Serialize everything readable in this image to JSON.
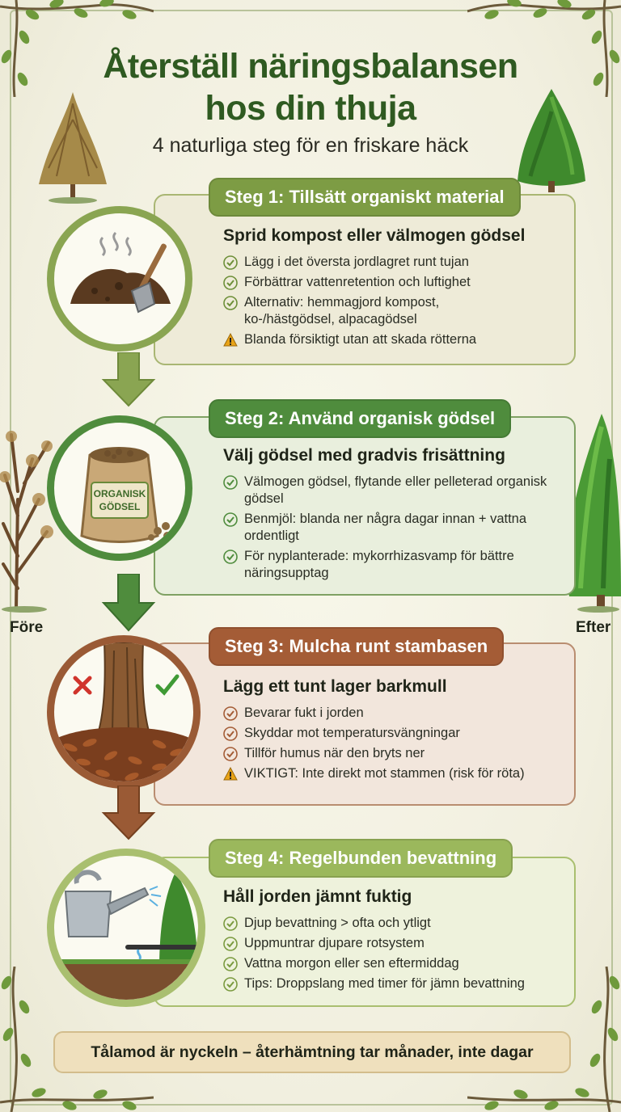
{
  "title": {
    "line1": "Återställ näringsbalansen",
    "line2": "hos din thuja"
  },
  "subtitle": "4 naturliga steg för en friskare häck",
  "labels": {
    "before": "Före",
    "after": "Efter"
  },
  "colors": {
    "title": "#2f5a21",
    "step1": "#7d9c44",
    "step2": "#4f8c3d",
    "step3": "#a45c36",
    "step4": "#9bb85c",
    "warning": "#e8a317"
  },
  "steps": [
    {
      "badge": "Steg 1: Tillsätt organiskt material",
      "heading": "Sprid kompost eller välmogen gödsel",
      "image_icon": "compost-shovel-icon",
      "items": [
        {
          "icon": "check",
          "text": "Lägg i det översta jordlagret runt tujan"
        },
        {
          "icon": "check",
          "text": "Förbättrar vattenretention och luftighet"
        },
        {
          "icon": "check",
          "text": "Alternativ: hemmagjord kompost, ko-/hästgödsel, alpacagödsel"
        },
        {
          "icon": "warning",
          "text": "Blanda försiktigt utan att skada rötterna"
        }
      ]
    },
    {
      "badge": "Steg 2: Använd organisk gödsel",
      "heading": "Välj gödsel med gradvis frisättning",
      "image_icon": "fertilizer-sack-icon",
      "sack_text": {
        "line1": "ORGANISK",
        "line2": "GÖDSEL"
      },
      "items": [
        {
          "icon": "check",
          "text": "Välmogen gödsel, flytande eller pelleterad organisk gödsel"
        },
        {
          "icon": "check",
          "text": "Benmjöl: blanda ner några dagar innan + vattna ordentligt"
        },
        {
          "icon": "check",
          "text": "För nyplanterade: mykorrhizasvamp för bättre näringsupptag"
        }
      ]
    },
    {
      "badge": "Steg 3: Mulcha runt stambasen",
      "heading": "Lägg ett tunt lager barkmull",
      "image_icon": "mulch-trunk-icon",
      "items": [
        {
          "icon": "check",
          "text": "Bevarar fukt i jorden"
        },
        {
          "icon": "check",
          "text": "Skyddar mot temperatursvängningar"
        },
        {
          "icon": "check",
          "text": "Tillför humus när den bryts ner"
        },
        {
          "icon": "warning",
          "text": "VIKTIGT: Inte direkt mot stammen (risk för röta)"
        }
      ]
    },
    {
      "badge": "Steg 4: Regelbunden bevattning",
      "heading": "Håll jorden jämnt fuktig",
      "image_icon": "watering-can-icon",
      "items": [
        {
          "icon": "check",
          "text": "Djup bevattning > ofta och ytligt"
        },
        {
          "icon": "check",
          "text": "Uppmuntrar djupare rotsystem"
        },
        {
          "icon": "check",
          "text": "Vattna morgon eller sen eftermiddag"
        },
        {
          "icon": "check",
          "text": "Tips: Droppslang med timer för jämn bevattning"
        }
      ]
    }
  ],
  "footer": "Tålamod är nyckeln – återhämtning tar månader, inte dagar"
}
